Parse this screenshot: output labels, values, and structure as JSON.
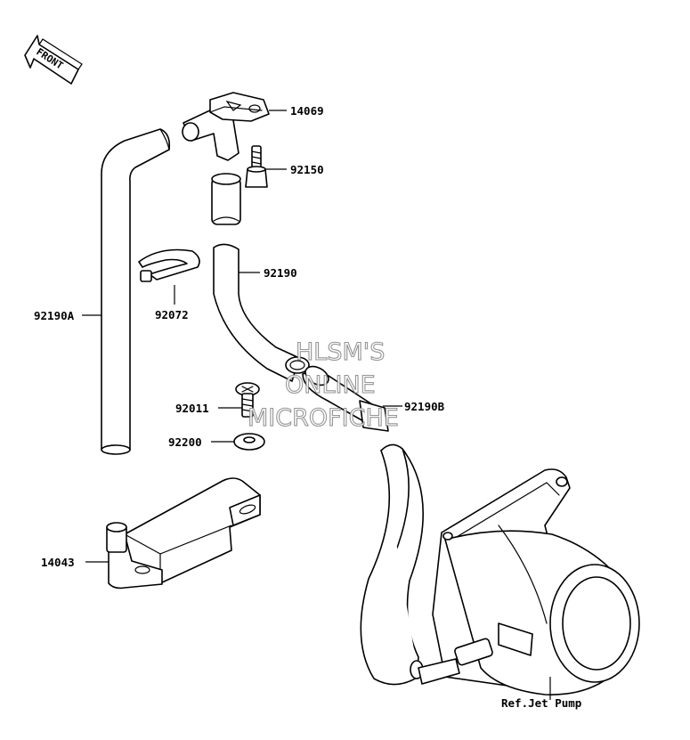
{
  "front_badge": "FRONT",
  "parts": {
    "elbow_fitting": "14069",
    "bolt_upper": "92150",
    "hose_upper": "92190",
    "clamp": "92072",
    "hose_long": "92190A",
    "bolt_lower": "92011",
    "washer": "92200",
    "hose_lower": "92190B",
    "bracket": "14043",
    "jet_pump_ref": "Ref.Jet Pump"
  },
  "watermark": {
    "line1": "HLSM'S",
    "line2": "ONLINE",
    "line3": "MICROFICHE"
  }
}
